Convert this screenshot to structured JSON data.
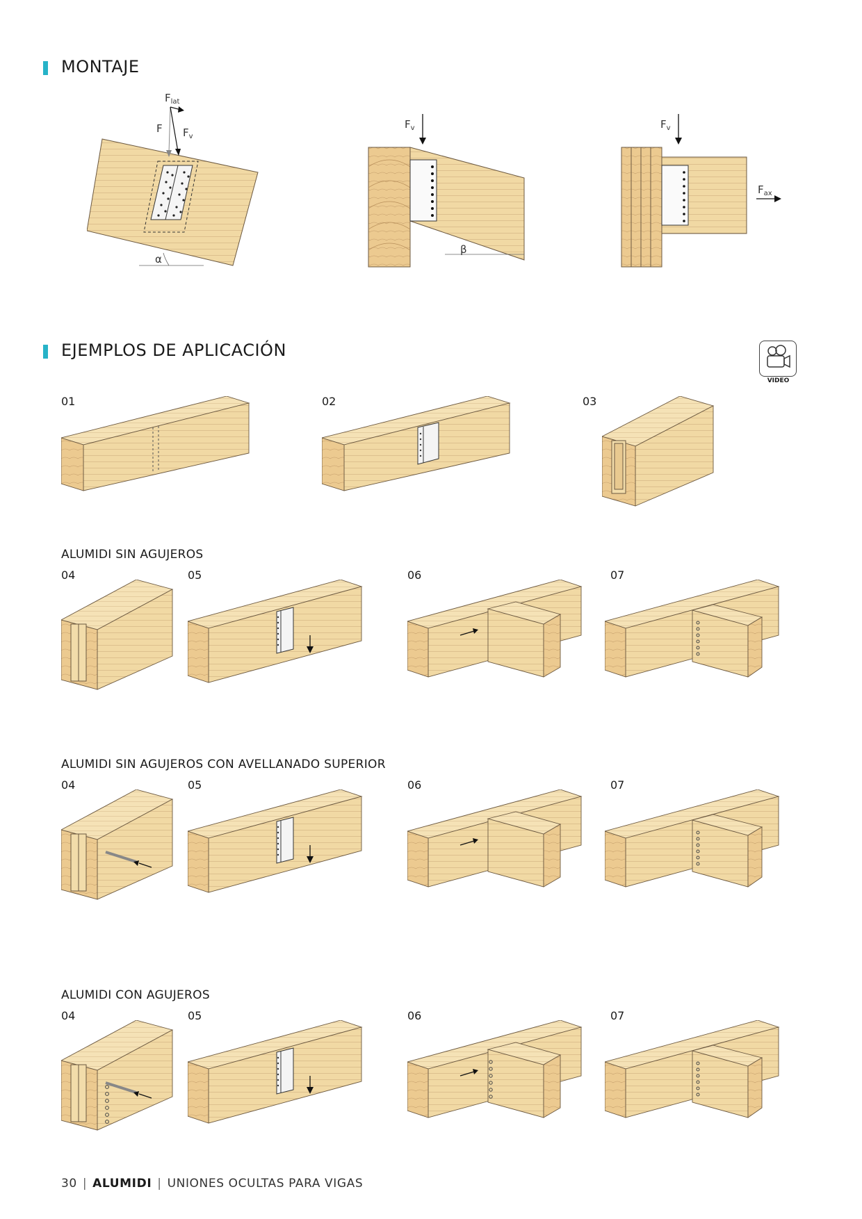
{
  "montaje": {
    "title": "MONTAJE",
    "fig1": {
      "force_f": "F",
      "force_lat": "F",
      "force_lat_sub": "lat",
      "force_v": "F",
      "force_v_sub": "v",
      "angle": "α"
    },
    "fig2": {
      "force_v": "F",
      "force_v_sub": "v",
      "angle": "β"
    },
    "fig3": {
      "force_v": "F",
      "force_v_sub": "v",
      "force_ax": "F",
      "force_ax_sub": "ax"
    }
  },
  "ejemplos": {
    "title": "EJEMPLOS DE APLICACIÓN",
    "video_label": "VIDEO",
    "row1": [
      "01",
      "02",
      "03"
    ]
  },
  "groups": [
    {
      "title": "ALUMIDI SIN AGUJEROS",
      "numbers": [
        "04",
        "05",
        "06",
        "07"
      ]
    },
    {
      "title": "ALUMIDI SIN AGUJEROS CON AVELLANADO SUPERIOR",
      "numbers": [
        "04",
        "05",
        "06",
        "07"
      ]
    },
    {
      "title": "ALUMIDI CON AGUJEROS",
      "numbers": [
        "04",
        "05",
        "06",
        "07"
      ]
    }
  ],
  "footer": {
    "page": "30",
    "brand": "ALUMIDI",
    "subtitle": "UNIONES OCULTAS PARA VIGAS"
  },
  "colors": {
    "accent": "#27b3c8",
    "wood_top": "#f2dcaa",
    "wood_side": "#eed19a",
    "wood_end": "#e6c488",
    "line": "#6b5840"
  },
  "icons": [
    "video-camera-icon"
  ]
}
